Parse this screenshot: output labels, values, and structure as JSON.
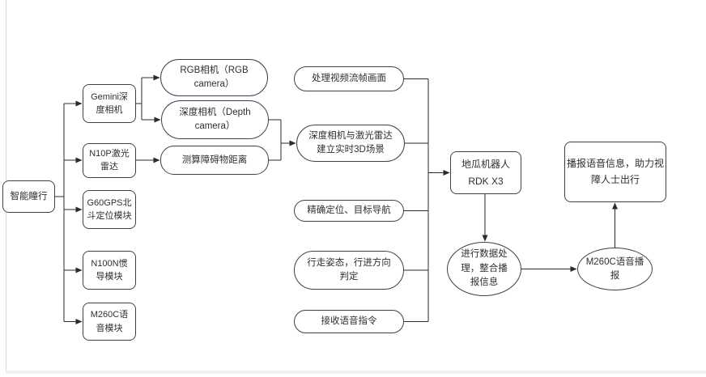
{
  "page": {
    "background_color": "#ffffff",
    "frame_line_color": "#d8d8d8"
  },
  "diagram": {
    "border_color": "#3e3e55",
    "connector_color": "#2b2b2b",
    "root": {
      "label": "智能瞳行"
    },
    "modules": [
      {
        "label": "Gemini深\n度相机"
      },
      {
        "label": "N10P激光\n雷达"
      },
      {
        "label": "G60GPS北\n斗定位模块"
      },
      {
        "label": "N100N惯\n导模块"
      },
      {
        "label": "M260C语\n音模块"
      }
    ],
    "camera_outputs": [
      {
        "label": "RGB相机（RGB\ncamera）"
      },
      {
        "label": "深度相机（Depth\ncamera）"
      },
      {
        "label": "测算障碍物距离"
      }
    ],
    "functions": [
      {
        "label": "处理视频流帧画面"
      },
      {
        "label": "深度相机与激光雷达\n建立实时3D场景"
      },
      {
        "label": "精确定位、目标导航"
      },
      {
        "label": "行走姿态，行进方向\n判定"
      },
      {
        "label": "接收语音指令"
      }
    ],
    "processor": {
      "label": "地瓜机器人\nRDK X3"
    },
    "data_processing": {
      "label": "进行数据处\n理，整合播\n报信息"
    },
    "voice_broadcast": {
      "label": "M260C语音播\n报"
    },
    "outcome": {
      "label": "播报语音信息，助力视\n障人士出行"
    }
  }
}
